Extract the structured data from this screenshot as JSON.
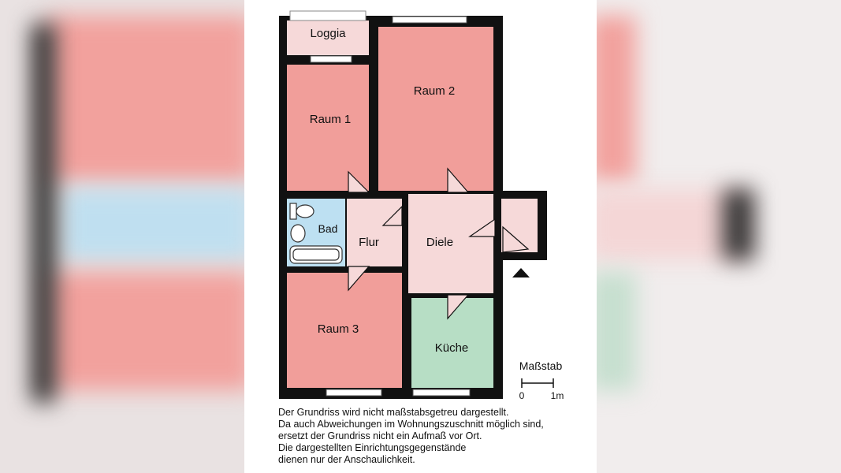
{
  "rooms": {
    "loggia": "Loggia",
    "raum2": "Raum 2",
    "raum1": "Raum 1",
    "bad": "Bad",
    "flur": "Flur",
    "diele": "Diele",
    "raum3": "Raum 3",
    "kueche": "Küche"
  },
  "scale": {
    "title": "Maßstab",
    "start": "0",
    "end": "1m"
  },
  "disclaimer": [
    "Der Grundriss wird nicht maßstabsgetreu dargestellt.",
    "Da auch Abweichungen im Wohnungszuschnitt möglich sind,",
    "ersetzt der Grundriss nicht ein Aufmaß vor Ort.",
    "Die dargestellten Einrichtungsgegenstände",
    "dienen nur der Anschaulichkeit."
  ],
  "colors": {
    "bedroom": "#f19e9a",
    "hall": "#f6d9d9",
    "bath": "#bde0f2",
    "kitchen": "#b7dec5",
    "wall": "#111111"
  }
}
